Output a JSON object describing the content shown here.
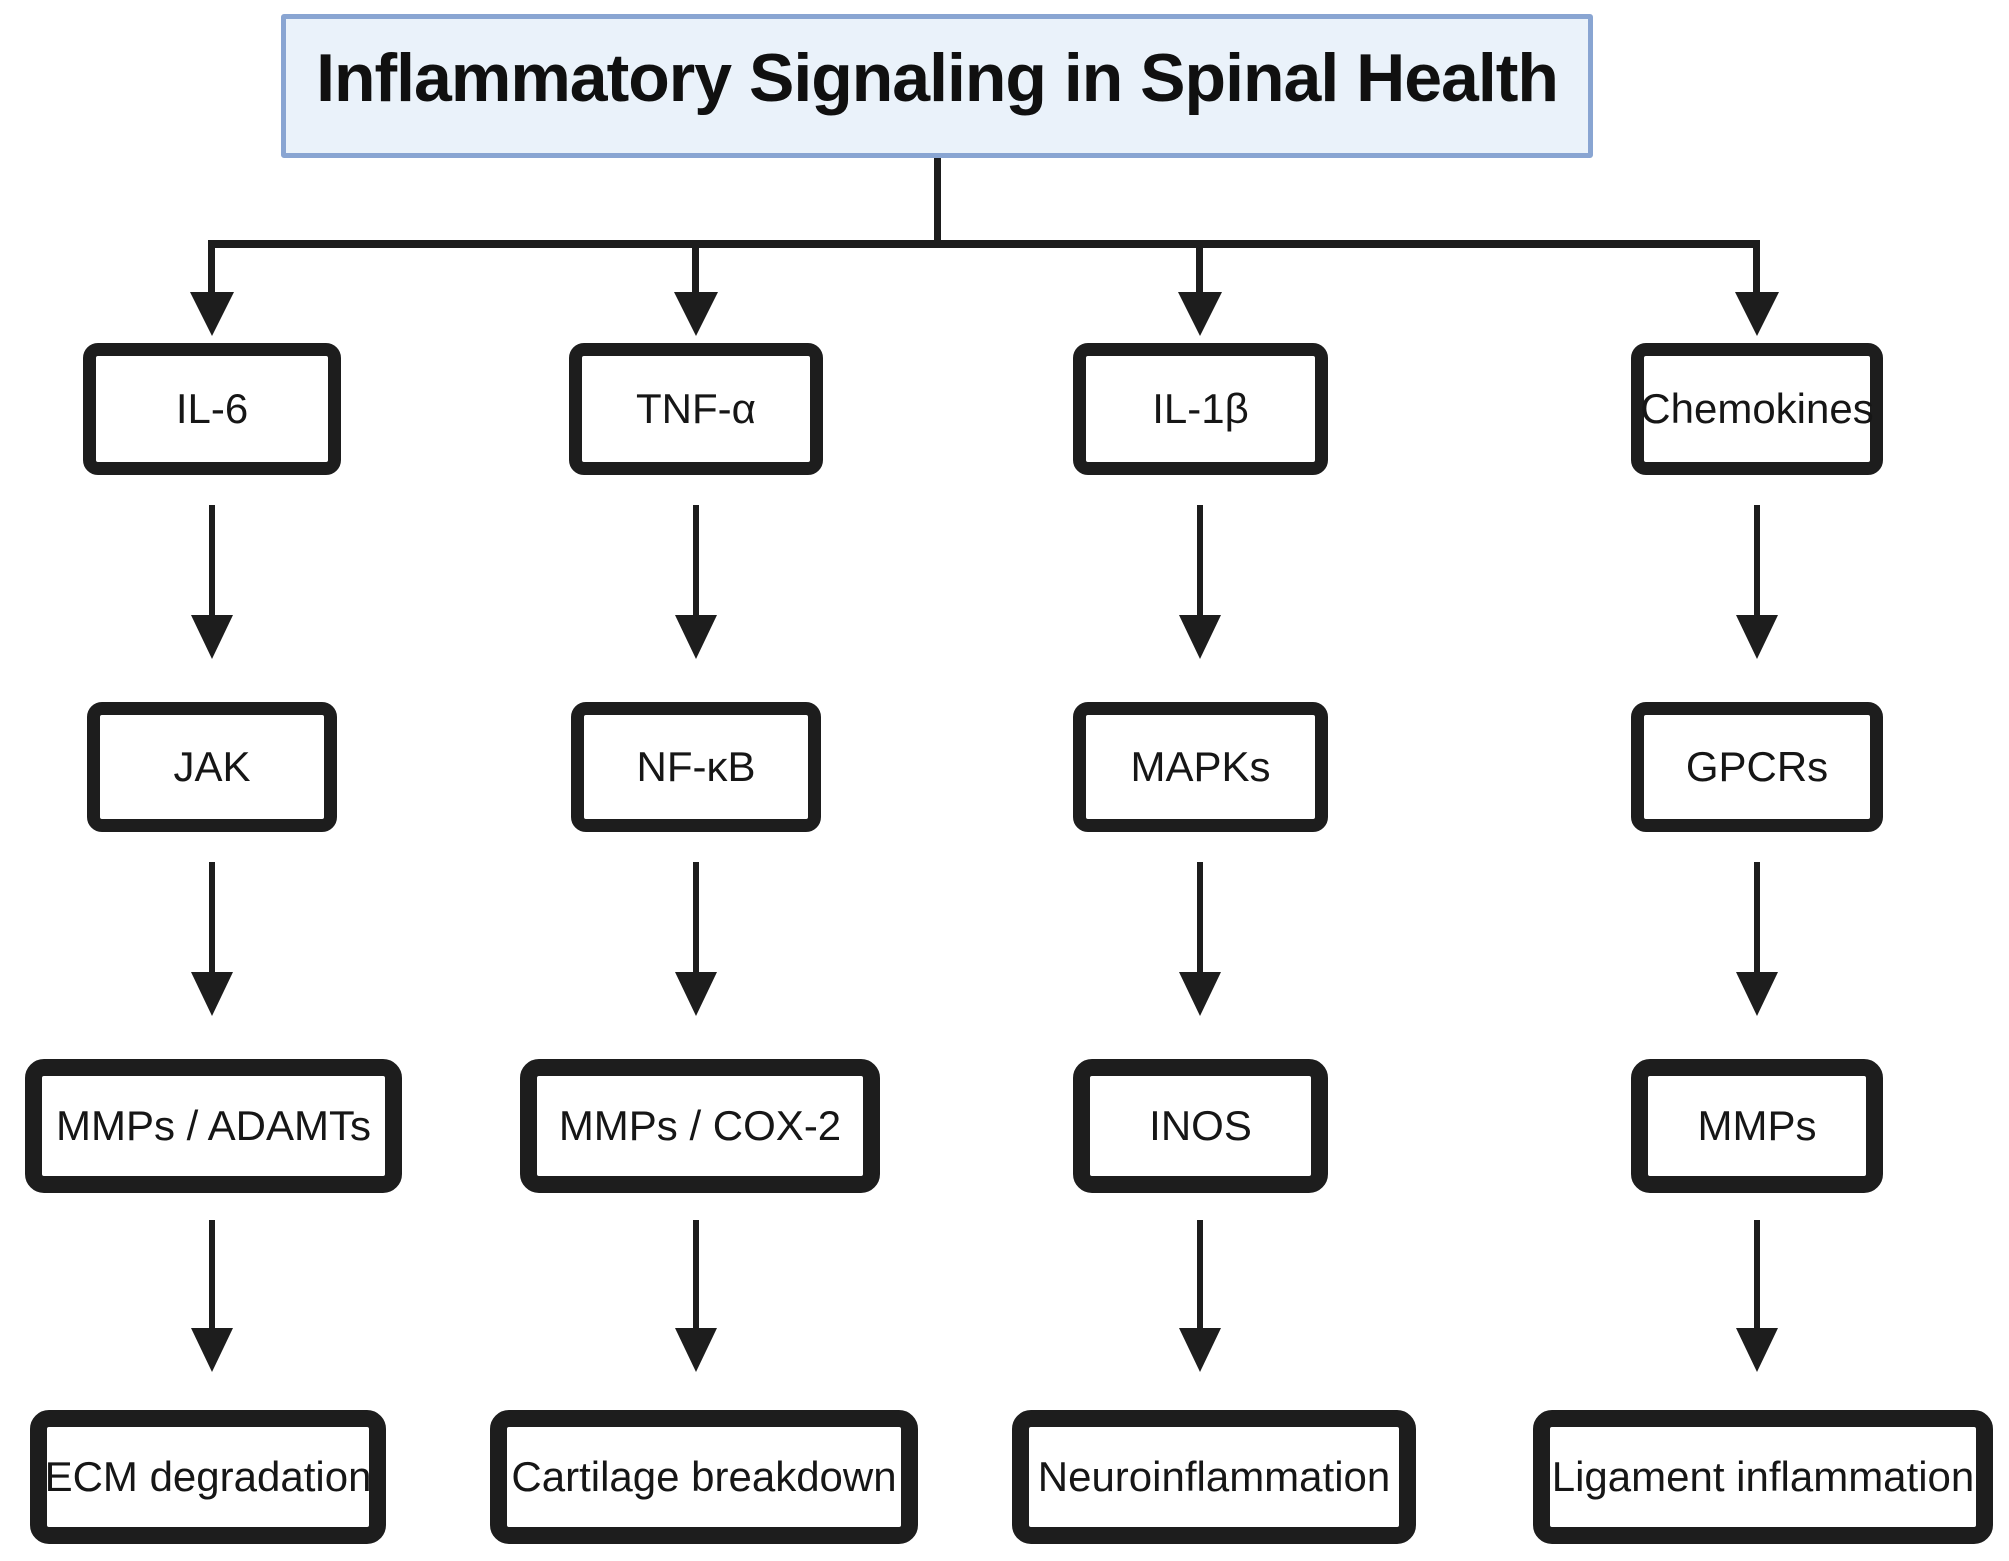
{
  "header": {
    "title": "Inflammatory Signaling in Spinal Health"
  },
  "colors": {
    "background": "#ffffff",
    "title_fill": "#eaf2fa",
    "title_border": "#89a5d2",
    "line": "#1d1d1d",
    "node_fill": "#ffffff",
    "node_border": "#1d1d1d",
    "text": "#161616"
  },
  "columns": [
    {
      "nodes": [
        {
          "label": "IL-6"
        },
        {
          "label": "JAK"
        },
        {
          "label": "MMPs / ADAMTs"
        },
        {
          "label": "ECM degradation"
        }
      ]
    },
    {
      "nodes": [
        {
          "label": "TNF-α"
        },
        {
          "label": "NF-κB"
        },
        {
          "label": "MMPs / COX-2"
        },
        {
          "label": "Cartilage breakdown"
        }
      ]
    },
    {
      "nodes": [
        {
          "label": "IL-1β"
        },
        {
          "label": "MAPKs"
        },
        {
          "label": "INOS"
        },
        {
          "label": "Neuroinflammation"
        }
      ]
    },
    {
      "nodes": [
        {
          "label": "Chemokines"
        },
        {
          "label": "GPCRs"
        },
        {
          "label": "MMPs"
        },
        {
          "label": "Ligament inflammation"
        }
      ]
    }
  ]
}
